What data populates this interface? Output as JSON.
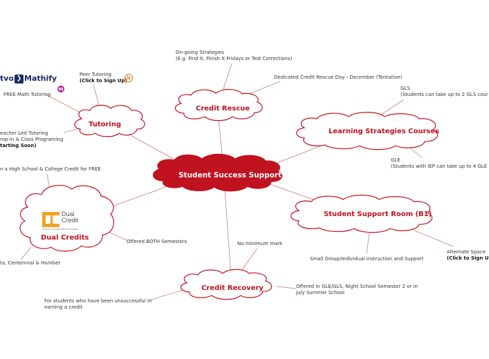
{
  "center": {
    "label": "Student Success Support"
  },
  "credit_rescue": {
    "label": "Credit Rescue",
    "notes": [
      {
        "line1": "On-going Strategies",
        "line2": "(E.g. Find It, Finish It Fridays or Test Corrections)"
      },
      {
        "line1": "Dedicated Credit Rescue Day - December (Tentative)"
      }
    ]
  },
  "learning_strategies": {
    "label": "Learning Strategies Courses",
    "notes": [
      {
        "line1": "GLS",
        "line2": "(Students can take up to 2 GLS cour"
      },
      {
        "line1": "GLE",
        "line2": "(Students with IEP can take up to 4 GLE"
      }
    ]
  },
  "student_support_room": {
    "label": "Student Support Room (B1)",
    "notes": [
      {
        "line1": "Small Group/Individual Instruction and Support"
      },
      {
        "line1": "Alternate Space",
        "line2": "(Click to Sign U"
      }
    ]
  },
  "credit_recovery": {
    "label": "Credit Recovery",
    "notes": [
      {
        "line1": "No minimum mark"
      },
      {
        "line1": "Offered in GLE/GLS, Night School Semester 2 or in",
        "line2": "July Summer School"
      },
      {
        "line1": "For students who have been unsuccessful in",
        "line2": "earning a credit"
      }
    ]
  },
  "dual_credits": {
    "label": "Dual Credits",
    "logo_text": [
      "Dual",
      "Credit"
    ],
    "logo_sub": "School College Work Initiative",
    "notes": [
      {
        "line1": "n a High School & College Credit for FREE"
      },
      {
        "line1": "Offered BOTH Semesters"
      },
      {
        "line1": "ta, Centennial & Humber"
      }
    ]
  },
  "tutoring": {
    "label": "Tutoring",
    "logo": {
      "brand_a": "tvo",
      "brand_b": "Mathify",
      "badge": "m"
    },
    "peer_badge": "b",
    "notes": [
      {
        "line1": "Peer Tutoring",
        "line2": "(Click to Sign Up)"
      },
      {
        "line1": "FREE Math Tutoring"
      },
      {
        "line1": "eacher Led Tutoring",
        "line2": "rop-in & Class Programing",
        "line3": "tarting Soon)"
      }
    ]
  },
  "colors": {
    "node_red": "#c1121f",
    "cloud_stroke": "#c1121f",
    "link": "#c97b7b",
    "center_fill": "#c1121f"
  }
}
